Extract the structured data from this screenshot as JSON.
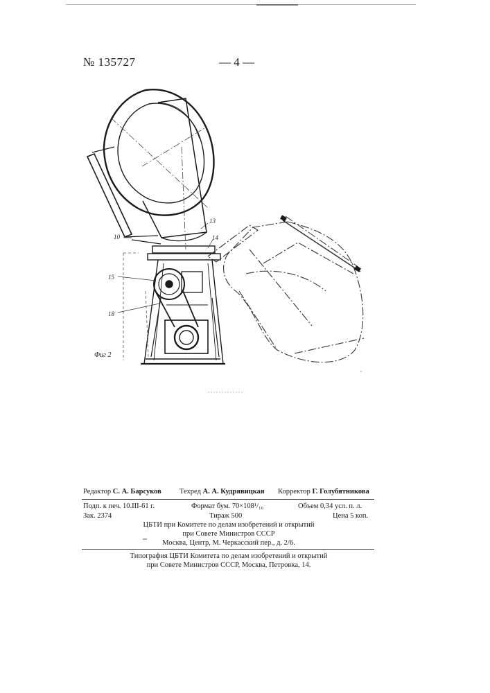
{
  "header": {
    "patent_number": "№ 135727",
    "page_marker": "— 4 —"
  },
  "figure": {
    "caption": "Фиг 2",
    "labels": [
      "10",
      "13",
      "14",
      "15",
      "18"
    ]
  },
  "imprint": {
    "editor_role": "Редактор",
    "editor_name": "С. А. Барсуков",
    "techred_role": "Техред",
    "techred_name": "А. А. Кудрявицкая",
    "corrector_role": "Корректор",
    "corrector_name": "Г. Голубятникова",
    "signed": "Подп. к печ. 10.III-61 г.",
    "format": "Формат бум. 70×108¹/₁₆",
    "volume": "Объем 0,34 усл. п. л.",
    "order": "Зак. 2374",
    "print_run": "Тираж 500",
    "price": "Цена 5 коп.",
    "org_line1": "ЦБТИ при Комитете по делам изобретений и открытий",
    "org_line2": "при Совете Министров СССР",
    "org_line3": "Москва, Центр, М. Черкасский пер., д. 2/6.",
    "printer_line1": "Типография ЦБТИ Комитета по делам изобретений и открытий",
    "printer_line2": "при Совете Министров СССР, Москва, Петровка, 14."
  }
}
